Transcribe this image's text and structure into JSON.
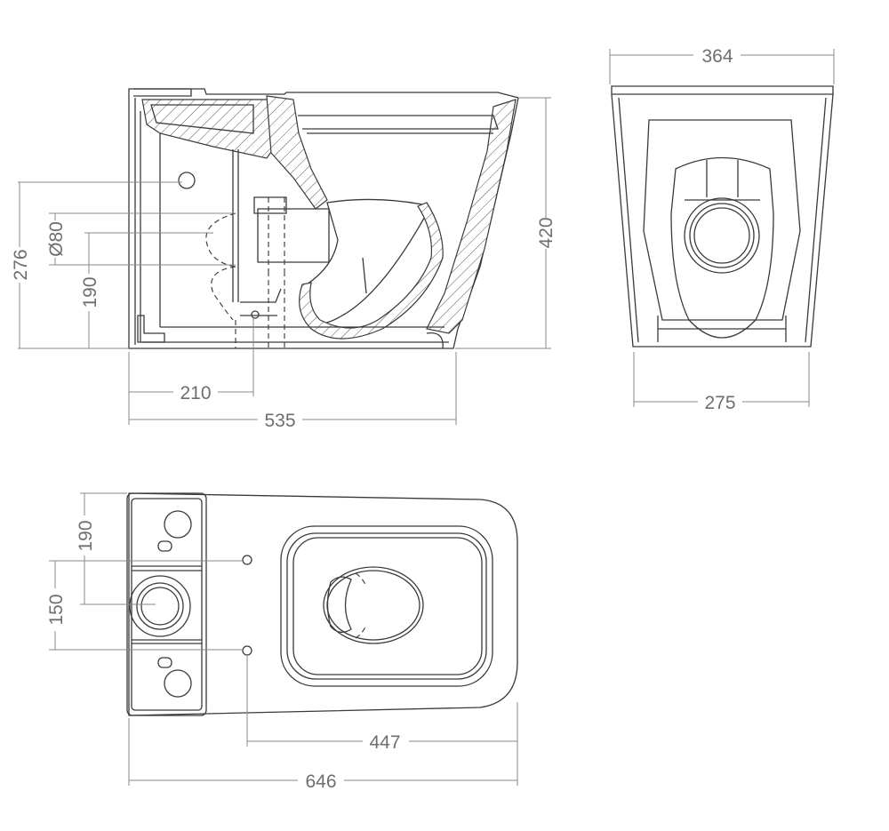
{
  "title": "Toilet technical drawing (side, rear and top views)",
  "views": {
    "side": {
      "dimensions": {
        "height_total": "420",
        "inlet_height": "276",
        "outlet_diameter": "Ø80",
        "outlet_height": "190",
        "outlet_from_wall": "210",
        "depth": "535"
      }
    },
    "rear": {
      "dimensions": {
        "top_width": "364",
        "base_width": "275"
      }
    },
    "top": {
      "dimensions": {
        "fixing_offset": "190",
        "fixing_spacing": "150",
        "fixing_to_front": "447",
        "length_total": "646"
      }
    }
  },
  "colors": {
    "line": "#3a3a3a",
    "dimension": "#8a8a8a",
    "label": "#6e6e6e"
  }
}
